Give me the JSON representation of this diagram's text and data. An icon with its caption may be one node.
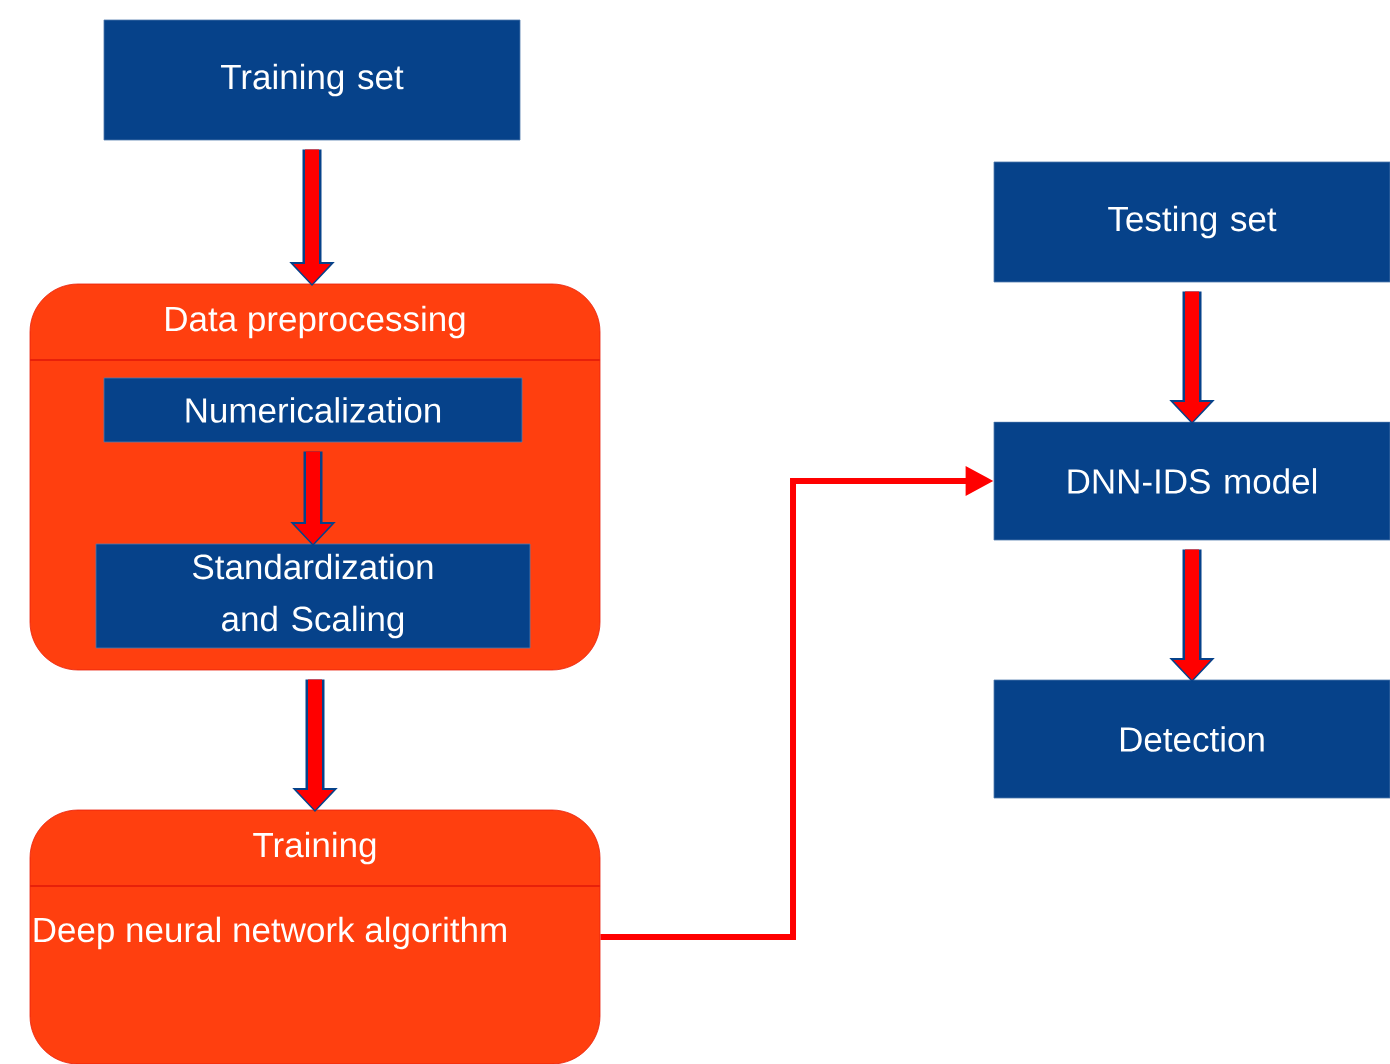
{
  "diagram": {
    "nodes": [
      {
        "text": [
          "Training set"
        ]
      },
      {
        "text": [
          "Data preprocessing"
        ]
      },
      {
        "text": [
          "Numericalization"
        ],
        "in": 1
      },
      {
        "text": [
          "Standardization and Scaling"
        ],
        "in": 1
      },
      {
        "text": [
          "Training",
          "Deep neural network algorithm"
        ]
      },
      {
        "text": [
          "Testing set"
        ]
      },
      {
        "text": [
          "DNN-IDS model"
        ]
      },
      {
        "text": [
          "Detection"
        ]
      }
    ],
    "edges": [
      {
        "from": 0,
        "to": 1,
        "arrow": "to"
      },
      {
        "from": 2,
        "to": 3,
        "arrow": "to"
      },
      {
        "from": 1,
        "to": 4,
        "arrow": "to"
      },
      {
        "from": 4,
        "to": 6,
        "arrow": "to",
        "color": "#ff0000"
      },
      {
        "from": 5,
        "to": 6,
        "arrow": "to"
      },
      {
        "from": 6,
        "to": 7,
        "arrow": "to"
      }
    ]
  }
}
